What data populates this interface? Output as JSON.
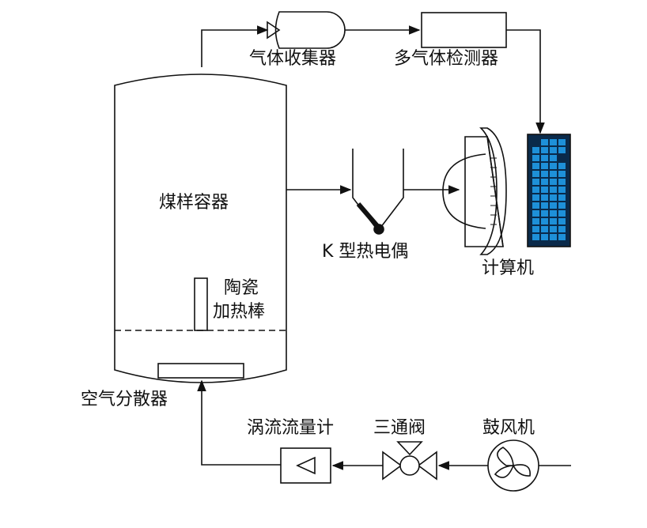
{
  "diagram": {
    "labels": {
      "gas_collector": "气体收集器",
      "multi_gas_detector": "多气体检测器",
      "coal_container": "煤样容器",
      "thermocouple": "K 型热电偶",
      "computer": "计算机",
      "ceramic_heater_line1": "陶瓷",
      "ceramic_heater_line2": "加热棒",
      "air_distributor": "空气分散器",
      "vortex_flowmeter": "涡流流量计",
      "three_way_valve": "三通阀",
      "blower": "鼓风机"
    },
    "colors": {
      "line": "#111111",
      "keyboard_key": "#1e90d8",
      "keyboard_bg": "#0a2a4a"
    }
  }
}
